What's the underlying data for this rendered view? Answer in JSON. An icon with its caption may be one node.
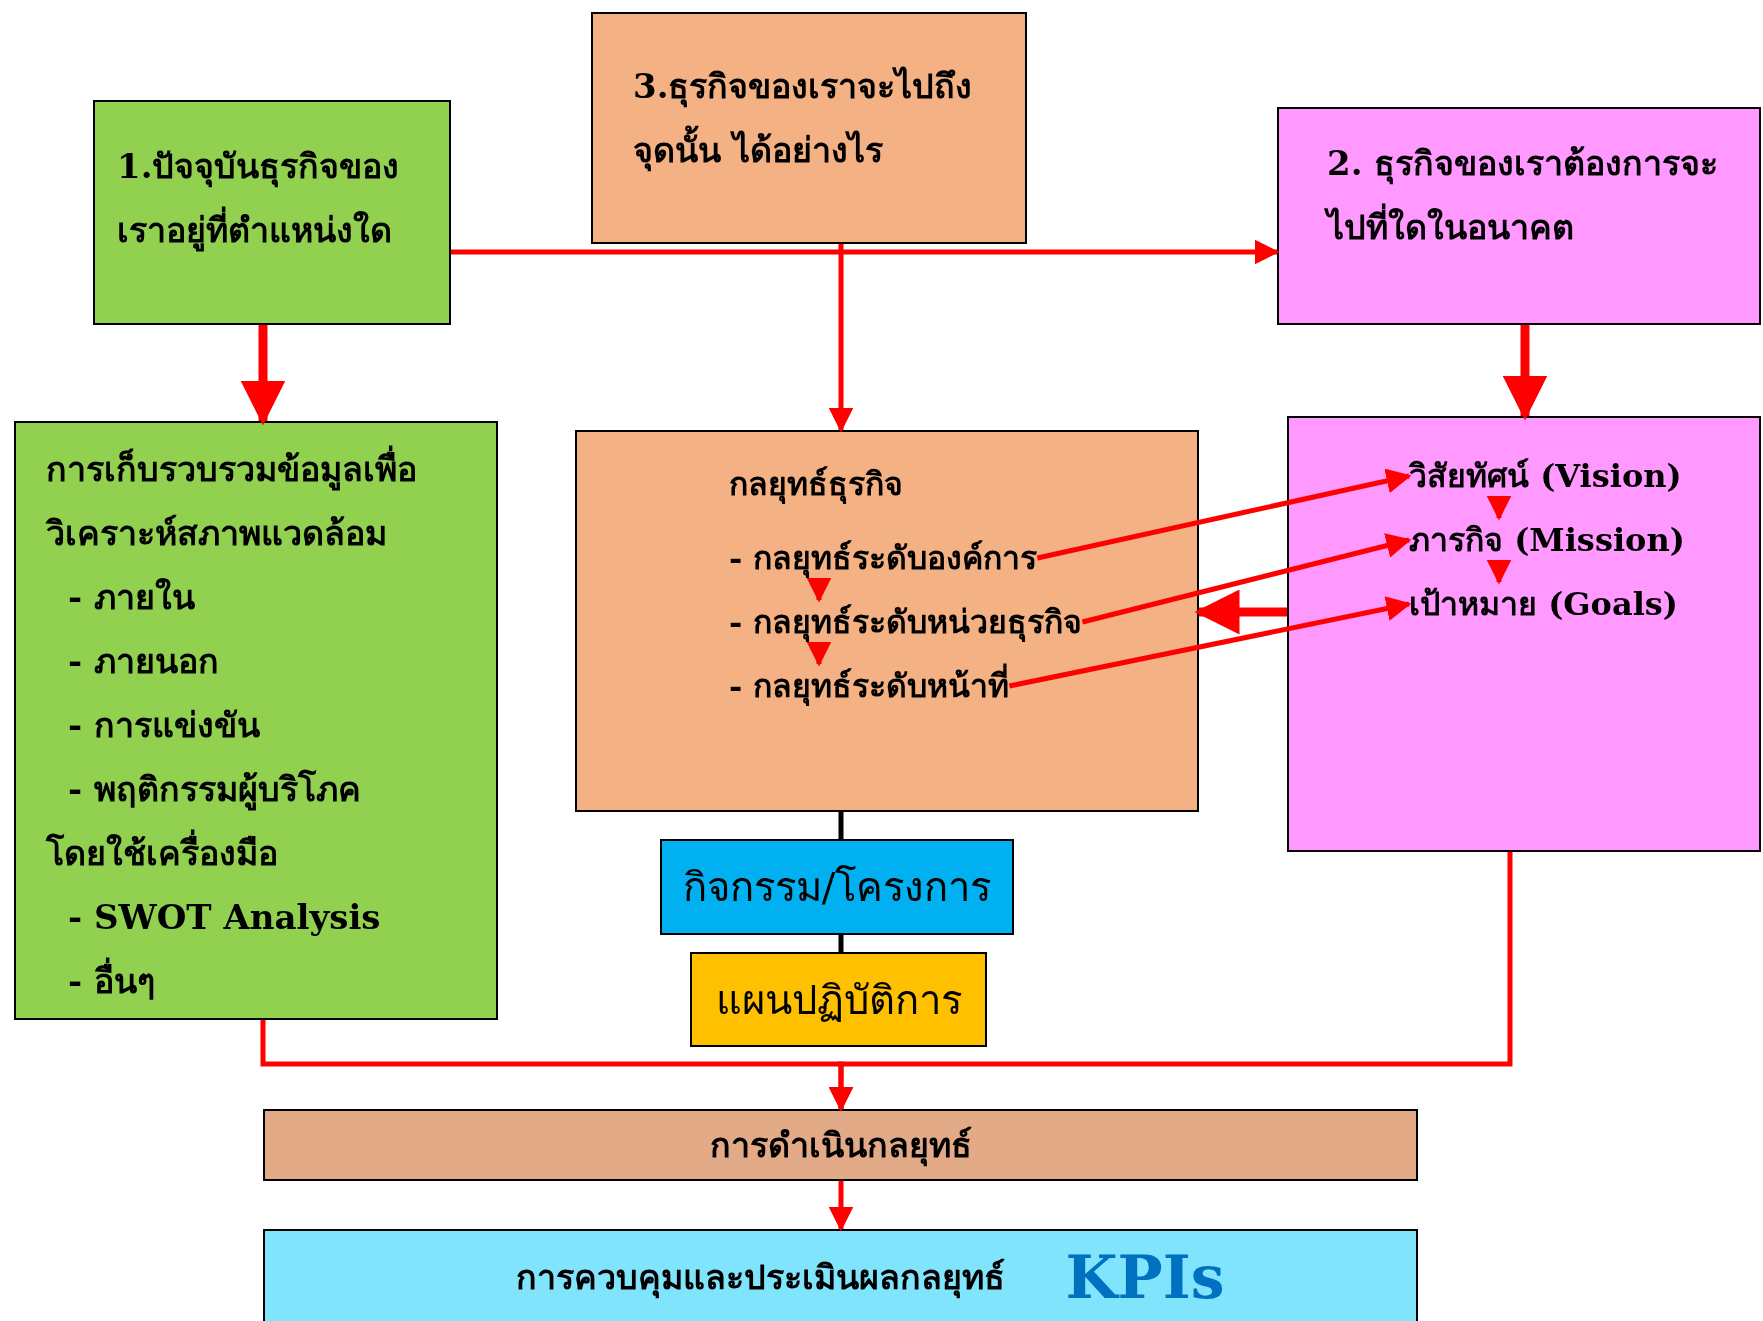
{
  "diagram": {
    "nodes": [
      {
        "text": [
          "1.ปัจจุบันธุรกิจของเราอยู่ที่ตำแหน่งใด"
        ]
      },
      {
        "text": [
          "3.ธุรกิจของเราจะไปถึงจุดนั้น ได้อย่างไร"
        ]
      },
      {
        "text": [
          "2. ธุรกิจของเราต้องการจะไปที่ใดในอนาคต"
        ]
      },
      {
        "text": [
          "การเก็บรวบรวมข้อมูลเพื่อวิเคราะห์สภาพแวดล้อม",
          "- ภายใน",
          "- ภายนอก",
          "- การแข่งขัน",
          "- พฤติกรรมผู้บริโภค",
          "โดยใช้เครื่องมือ",
          "- SWOT Analysis",
          "- อื่นๆ"
        ]
      },
      {
        "text": [
          "กลยุทธ์ธุรกิจ"
        ]
      },
      {
        "text": [
          "- กลยุทธ์ระดับองค์การ"
        ],
        "in": 4
      },
      {
        "text": [
          "- กลยุทธ์ระดับหน่วยธุรกิจ"
        ],
        "in": 4
      },
      {
        "text": [
          "- กลยุทธ์ระดับหน้าที่"
        ],
        "in": 4
      },
      {
        "text": [],
        "shape": "box"
      },
      {
        "text": [
          "วิสัยทัศน์ (Vision)"
        ],
        "in": 8
      },
      {
        "text": [
          "ภารกิจ (Mission)"
        ],
        "in": 8
      },
      {
        "text": [
          "เป้าหมาย (Goals)"
        ],
        "in": 8
      },
      {
        "text": [
          "กิจกรรม/โครงการ"
        ]
      },
      {
        "text": [
          "แผนปฏิบัติการ"
        ]
      },
      {
        "text": [
          "การดำเนินกลยุทธ์"
        ]
      },
      {
        "text": [
          "การควบคุมและประเมินผลกลยุทธ์",
          "KPIs"
        ]
      }
    ],
    "edges": [
      {
        "from": 0,
        "to": 2,
        "arrow": "to"
      },
      {
        "from": 1,
        "to": 4,
        "arrow": "to"
      },
      {
        "from": 0,
        "to": 3,
        "arrow": "to",
        "style": "thick"
      },
      {
        "from": 2,
        "to": 8,
        "arrow": "to",
        "style": "thick"
      },
      {
        "from": 5,
        "to": 9,
        "arrow": "to"
      },
      {
        "from": 6,
        "to": 10,
        "arrow": "to"
      },
      {
        "from": 7,
        "to": 11,
        "arrow": "to"
      },
      {
        "from": 9,
        "to": 10,
        "arrow": "to"
      },
      {
        "from": 10,
        "to": 11,
        "arrow": "to"
      },
      {
        "from": 5,
        "to": 6,
        "arrow": "to"
      },
      {
        "from": 6,
        "to": 7,
        "arrow": "to"
      },
      {
        "from": 8,
        "to": 4,
        "arrow": "to",
        "style": "thick"
      },
      {
        "from": 4,
        "to": 12,
        "arrow": "none",
        "color": "#000000"
      },
      {
        "from": 12,
        "to": 13,
        "arrow": "none",
        "color": "#000000"
      },
      {
        "from": 3,
        "to": 14,
        "arrow": "to"
      },
      {
        "from": 8,
        "to": 14,
        "arrow": "to"
      },
      {
        "from": 14,
        "to": 15,
        "arrow": "to"
      }
    ]
  }
}
